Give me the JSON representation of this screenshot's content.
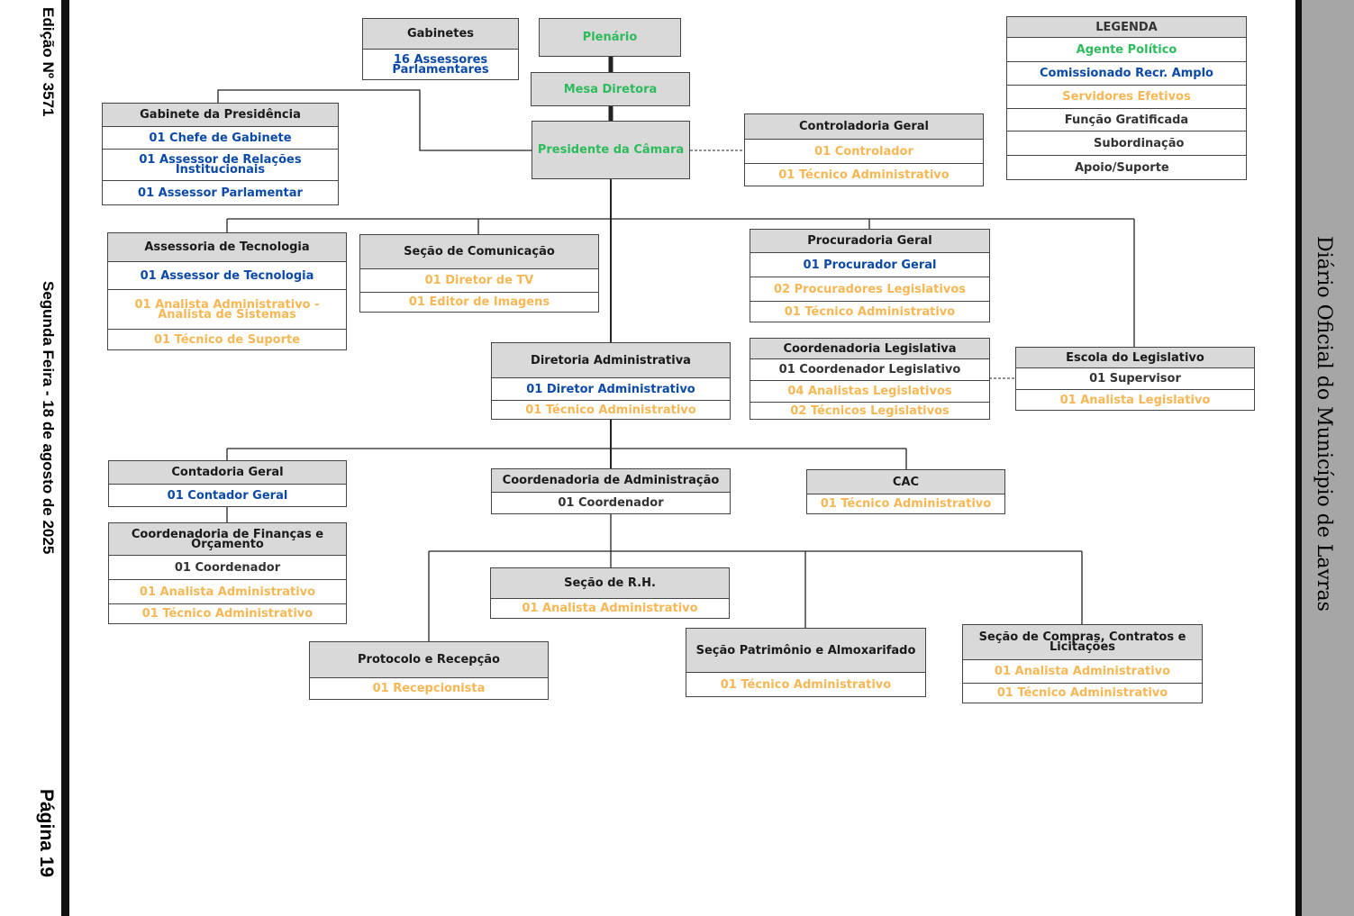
{
  "header": {
    "edition": "Edição Nº 3571",
    "date": "Segunda Feira - 18 de agosto de 2025",
    "page_label": "Página",
    "page_number": "19",
    "publication": "Diário Oficial do Município de Lavras"
  },
  "colors": {
    "politico": "#2dbb5c",
    "comissionado": "#0b4aa6",
    "efetivo": "#f7b755",
    "gratificada": "#333333",
    "header_fill": "#d9d9d9"
  },
  "legend": {
    "title": "LEGENDA",
    "agente_politico": "Agente Político",
    "comissionado": "Comissionado Recr. Amplo",
    "efetivos": "Servidores Efetivos",
    "funcao": "Função Gratificada",
    "subordinacao": "Subordinação",
    "apoio": "Apoio/Suporte"
  },
  "units": {
    "plenario": "Plenário",
    "mesa": "Mesa Diretora",
    "presidente": "Presidente da Câmara",
    "gabinetes": {
      "title": "Gabinetes",
      "rows": [
        "16 Assessores Parlamentares"
      ]
    },
    "gab_presidencia": {
      "title": "Gabinete da Presidência",
      "rows": [
        "01 Chefe de Gabinete",
        "01 Assessor de Relações Institucionais",
        "01 Assessor Parlamentar"
      ]
    },
    "controladoria": {
      "title": "Controladoria Geral",
      "rows": [
        "01 Controlador",
        "01 Técnico Administrativo"
      ]
    },
    "tecnologia": {
      "title": "Assessoria de Tecnologia",
      "rows": [
        "01 Assessor de Tecnologia",
        "01 Analista Administrativo - Analista de Sistemas",
        "01 Técnico de Suporte"
      ]
    },
    "comunicacao": {
      "title": "Seção de Comunicação",
      "rows": [
        "01 Diretor de TV",
        "01 Editor de Imagens"
      ]
    },
    "procuradoria": {
      "title": "Procuradoria Geral",
      "rows": [
        "01 Procurador Geral",
        "02 Procuradores Legislativos",
        "01 Técnico Administrativo"
      ]
    },
    "diretoria": {
      "title": "Diretoria Administrativa",
      "rows": [
        "01 Diretor Administrativo",
        "01 Técnico Administrativo"
      ]
    },
    "coord_legislativa": {
      "title": "Coordenadoria Legislativa",
      "rows": [
        "01 Coordenador Legislativo",
        "04 Analistas Legislativos",
        "02 Técnicos Legislativos"
      ]
    },
    "escola": {
      "title": "Escola do Legislativo",
      "rows": [
        "01 Supervisor",
        "01 Analista Legislativo"
      ]
    },
    "contadoria": {
      "title": "Contadoria Geral",
      "rows": [
        "01 Contador Geral"
      ]
    },
    "coord_financas": {
      "title": "Coordenadoria de Finanças e Orçamento",
      "rows": [
        "01 Coordenador",
        "01 Analista Administrativo",
        "01 Técnico Administrativo"
      ]
    },
    "coord_admin": {
      "title": "Coordenadoria de Administração",
      "rows": [
        "01 Coordenador"
      ]
    },
    "cac": {
      "title": "CAC",
      "rows": [
        "01 Técnico Administrativo"
      ]
    },
    "rh": {
      "title": "Seção de R.H.",
      "rows": [
        "01 Analista Administrativo"
      ]
    },
    "protocolo": {
      "title": "Protocolo e Recepção",
      "rows": [
        "01 Recepcionista"
      ]
    },
    "patrimonio": {
      "title": "Seção Patrimônio e Almoxarifado",
      "rows": [
        "01 Técnico Administrativo"
      ]
    },
    "compras": {
      "title": "Seção de Compras, Contratos e Licitações",
      "rows": [
        "01 Analista Administrativo",
        "01 Técnico Administrativo"
      ]
    }
  }
}
